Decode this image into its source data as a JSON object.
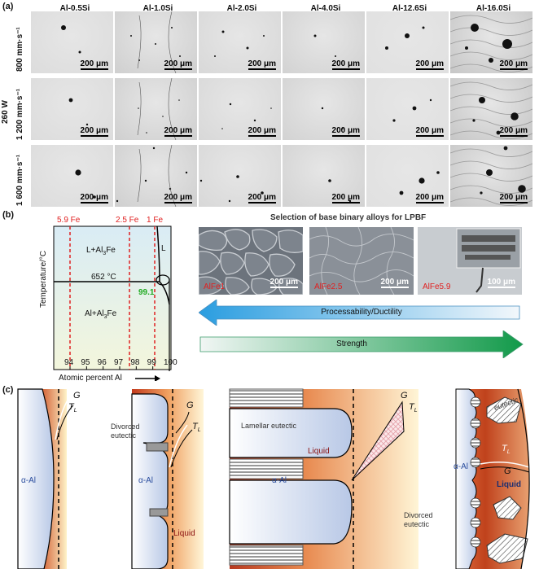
{
  "panel_a": {
    "letter": "(a)",
    "columns": [
      "Al-0.5Si",
      "Al-1.0Si",
      "Al-2.0Si",
      "Al-4.0Si",
      "Al-12.6Si",
      "Al-16.0Si"
    ],
    "power": "260 W",
    "rows": [
      "800 mm·s⁻¹",
      "1 200 mm·s⁻¹",
      "1 600 mm·s⁻¹"
    ],
    "scale_bar": "200 μm"
  },
  "panel_b": {
    "letter": "(b)",
    "fe_marks": [
      "5.9 Fe",
      "2.5 Fe",
      "1 Fe"
    ],
    "phase_labels": {
      "l_al3fe": "L+Al",
      "al_al3fe": "Al+Al",
      "l": "L",
      "sub3": "3",
      "fe": "Fe",
      "eutectic_temp": "652 °C",
      "eutectic_comp": "99.1"
    },
    "y_label": "Temperature/°C",
    "x_label": "Atomic percent Al",
    "x_ticks": [
      "94",
      "95",
      "96",
      "97",
      "98",
      "99",
      "100"
    ],
    "selection_title": "Selection of base binary alloys for LPBF",
    "images": [
      {
        "label": "AlFe1",
        "scale": "200 μm"
      },
      {
        "label": "AlFe2.5",
        "scale": "200 μm"
      },
      {
        "label": "AlFe5.9",
        "scale": "100 μm"
      }
    ],
    "arrow_processability": "Processability/Ductility",
    "arrow_strength": "Strength",
    "colors": {
      "fe_line": "#e02020",
      "eutectic_comp": "#22aa22",
      "arrow_blue": "#3aa0e0",
      "arrow_green": "#1aa050"
    }
  },
  "panel_c": {
    "letter": "(c)",
    "labels": {
      "alpha_al": "α-Al",
      "g": "G",
      "tl": "T",
      "tl_sub": "L",
      "divorced_eutectic": "Divorced eutectic",
      "liquid": "Liquid",
      "lamellar_eutectic": "Lamellar eutectic",
      "eutectic": "eutectic"
    }
  }
}
